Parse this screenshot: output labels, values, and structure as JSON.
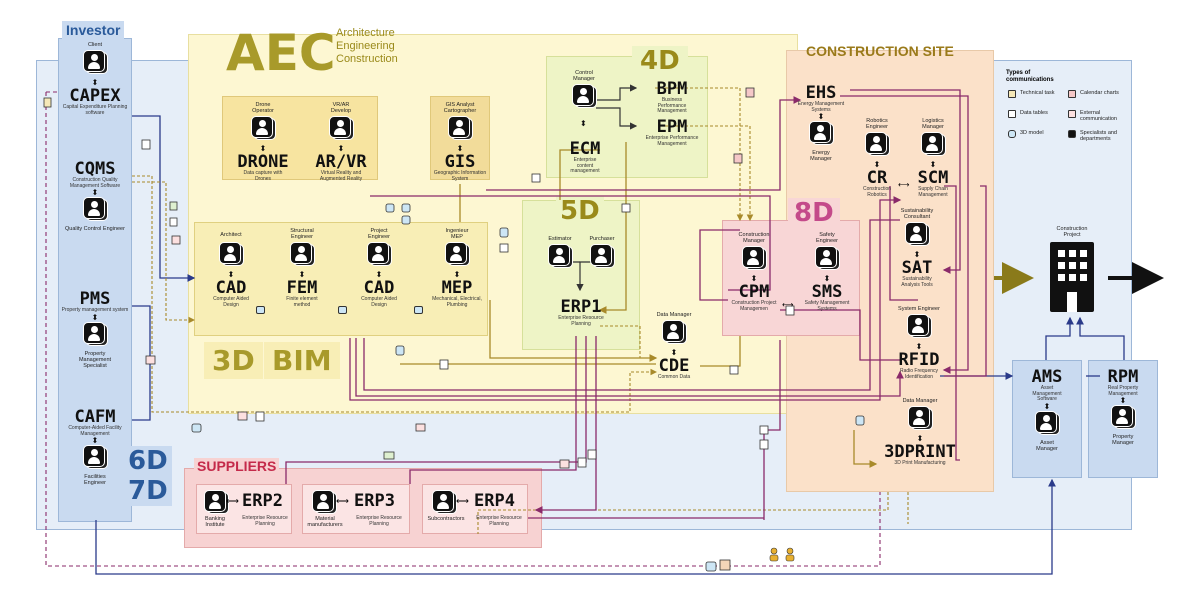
{
  "regions": {
    "investor": {
      "title": "Investor"
    },
    "aec": {
      "title": "AEC",
      "subtitle_lines": [
        "Architecture",
        "Engineering",
        "Construction"
      ]
    },
    "four_d": {
      "title": "4D"
    },
    "five_d": {
      "title": "5D"
    },
    "eight_d": {
      "title": "8D"
    },
    "three_d": {
      "title": "3D"
    },
    "bim": {
      "title": "BIM"
    },
    "six_d": {
      "title": "6D"
    },
    "seven_d": {
      "title": "7D"
    },
    "construction_site": {
      "title": "CONSTRUCTION SITE"
    },
    "suppliers": {
      "title": "SUPPLIERS"
    }
  },
  "nodes": {
    "capex": {
      "role": "Client",
      "code": "CAPEX",
      "desc": "Capital Expenditure Planning software"
    },
    "cqms": {
      "code": "CQMS",
      "desc": "Construction Quality Management Software",
      "role": "Quality Control Engineer"
    },
    "pms": {
      "code": "PMS",
      "desc": "Property management system",
      "role": "Property Management Specialist"
    },
    "cafm": {
      "code": "CAFM",
      "desc": "Computer-Aided Facility Management",
      "role": "Facilities Engineer"
    },
    "drone": {
      "role": "Drone Operator",
      "code": "DRONE",
      "desc": "Data capture with Drones"
    },
    "arvr": {
      "role": "VR/AR Develop",
      "code": "AR/VR",
      "desc": "Virtual Reality and Augmented Reality"
    },
    "gis": {
      "role": "GIS Analyst Cartographer",
      "code": "GIS",
      "desc": "Geographic Information System"
    },
    "cad1": {
      "role": "Architect",
      "code": "CAD",
      "desc": "Computer Aided Design"
    },
    "fem": {
      "role": "Structural Engineer",
      "code": "FEM",
      "desc": "Finite element method"
    },
    "cad2": {
      "role": "Project Engineer",
      "code": "CAD",
      "desc": "Computer Aided Design"
    },
    "mep": {
      "role": "Ingenieur MEP",
      "code": "MEP",
      "desc": "Mechanical, Electrical, Plumbing"
    },
    "control": {
      "role": "Control Manager"
    },
    "bpm": {
      "code": "BPM",
      "desc": "Business Performance Management"
    },
    "epm": {
      "code": "EPM",
      "desc": "Enterprise Performance Management"
    },
    "ecm": {
      "code": "ECM",
      "desc": "Enterprise content management"
    },
    "estimator": {
      "role": "Estimator"
    },
    "purchaser": {
      "role": "Purchaser"
    },
    "erp1": {
      "code": "ERP1",
      "desc": "Enterprise Resource Planning"
    },
    "cde": {
      "role": "Data Manager",
      "code": "CDE",
      "desc": "Common Data"
    },
    "ehs": {
      "code": "EHS",
      "desc": "Energy Management Systems",
      "role": "Energy Manager"
    },
    "cr": {
      "role": "Robotics Engineer",
      "code": "CR",
      "desc": "Construction Robotics"
    },
    "scm": {
      "role": "Logistics Manager",
      "code": "SCM",
      "desc": "Supply Chain Management"
    },
    "sat": {
      "role": "Sustainability Consultant",
      "code": "SAT",
      "desc": "Sustainability Analysis Tools"
    },
    "cpm": {
      "role": "Construction Manager",
      "code": "CPM",
      "desc": "Construction Project Managemen"
    },
    "sms": {
      "role": "Safety Engineer",
      "code": "SMS",
      "desc": "Safety Management Systems"
    },
    "rfid": {
      "role": "System Engineer",
      "code": "RFID",
      "desc": "Radio Frequency Identification"
    },
    "print3d": {
      "role": "Data Manager",
      "code": "3DPRINT",
      "desc": "3D Print Manufacturing"
    },
    "project": {
      "role": "Construction Project"
    },
    "ams": {
      "code": "AMS",
      "desc": "Asset Management Software",
      "role": "Asset Manager"
    },
    "rpm": {
      "code": "RPM",
      "desc": "Real Property Management",
      "role": "Property Manager"
    },
    "erp2": {
      "role": "Banking Institute",
      "code": "ERP2",
      "desc": "Enterprise Resource Planning"
    },
    "erp3": {
      "role": "Material manufacturers",
      "code": "ERP3",
      "desc": "Enterprise Resource Planning"
    },
    "erp4": {
      "role": "Subcontractors",
      "code": "ERP4",
      "desc": "Enterprise Resource Planning"
    }
  },
  "legend": {
    "title": "Types of communications",
    "items": [
      "Technical task",
      "Calendar charts",
      "Data tables",
      "External communication",
      "3D model",
      "Specialists and departments"
    ]
  },
  "colors": {
    "investor_fill": "#dbe7f6",
    "aec_fill": "#fdf7d2",
    "construction_fill": "#fbe1c9",
    "suppliers_fill": "#f7d2d2",
    "eight_d_fill": "#f8d6d6",
    "four_five_d_fill": "#eef4c6",
    "title_gold": "#9a8a1a",
    "title_blue": "#2a5a9a",
    "link_purple": "#7a2a6a",
    "link_gold": "#a88a2a",
    "link_navy": "#2a3a8a"
  }
}
